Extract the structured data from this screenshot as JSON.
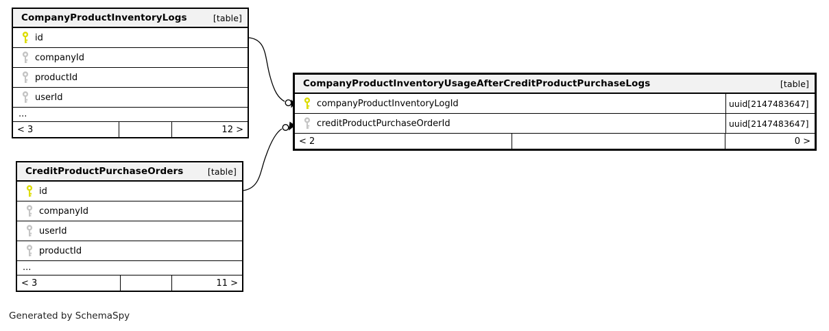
{
  "diagram": {
    "generator_note": "Generated by SchemaSpy"
  },
  "colors": {
    "primary_key": "#dcdc00",
    "index_key": "#c4c4c4",
    "header_bg": "#f2f2f2",
    "border": "#000000"
  },
  "tables": [
    {
      "name": "CompanyProductInventoryLogs",
      "type_badge": "[table]",
      "columns": [
        {
          "name": "id",
          "key": "primary-key"
        },
        {
          "name": "companyId",
          "key": "index-key"
        },
        {
          "name": "productId",
          "key": "index-key"
        },
        {
          "name": "userId",
          "key": "index-key"
        }
      ],
      "more_columns_indicator": "...",
      "footer": {
        "left_label": "< 3",
        "right_label": "12 >"
      }
    },
    {
      "name": "CreditProductPurchaseOrders",
      "type_badge": "[table]",
      "columns": [
        {
          "name": "id",
          "key": "primary-key"
        },
        {
          "name": "companyId",
          "key": "index-key"
        },
        {
          "name": "userId",
          "key": "index-key"
        },
        {
          "name": "productId",
          "key": "index-key"
        }
      ],
      "more_columns_indicator": "...",
      "footer": {
        "left_label": "< 3",
        "right_label": "11 >"
      }
    },
    {
      "name": "CompanyProductInventoryUsageAfterCreditProductPurchaseLogs",
      "type_badge": "[table]",
      "columns": [
        {
          "name": "companyProductInventoryLogId",
          "type": "uuid[2147483647]",
          "key": "primary-key"
        },
        {
          "name": "creditProductPurchaseOrderId",
          "type": "uuid[2147483647]",
          "key": "index-key"
        }
      ],
      "footer": {
        "left_label": "< 2",
        "right_label": "0 >"
      }
    }
  ]
}
